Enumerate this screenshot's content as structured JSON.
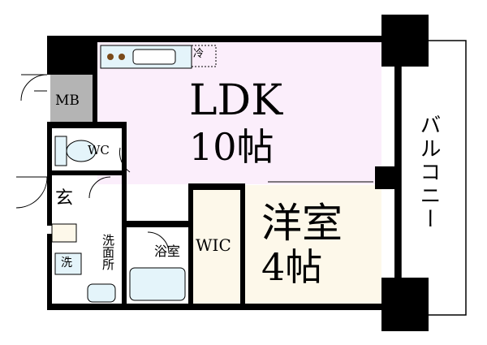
{
  "rooms": {
    "ldk": {
      "label": "LDK",
      "size": "10帖"
    },
    "bedroom": {
      "label": "洋室",
      "size": "4帖"
    },
    "wic": {
      "label": "WIC"
    },
    "toilet": {
      "label": "WC"
    },
    "meter_box": {
      "label": "MB"
    },
    "bathroom": {
      "label": "浴室"
    },
    "washroom": {
      "label": "洗面所"
    },
    "entrance": {
      "label": "玄"
    },
    "balcony": {
      "label": "バルコニー"
    }
  },
  "fixtures": {
    "fridge": {
      "label": "冷"
    },
    "washer": {
      "label": "洗"
    }
  },
  "colors": {
    "ldk_fill": "#fbeefb",
    "bedroom_fill": "#fdf8ea",
    "wet_area_fill": "#e4f4fa",
    "wall": "#000000",
    "meter_box_fill": "#b4b4b4"
  }
}
